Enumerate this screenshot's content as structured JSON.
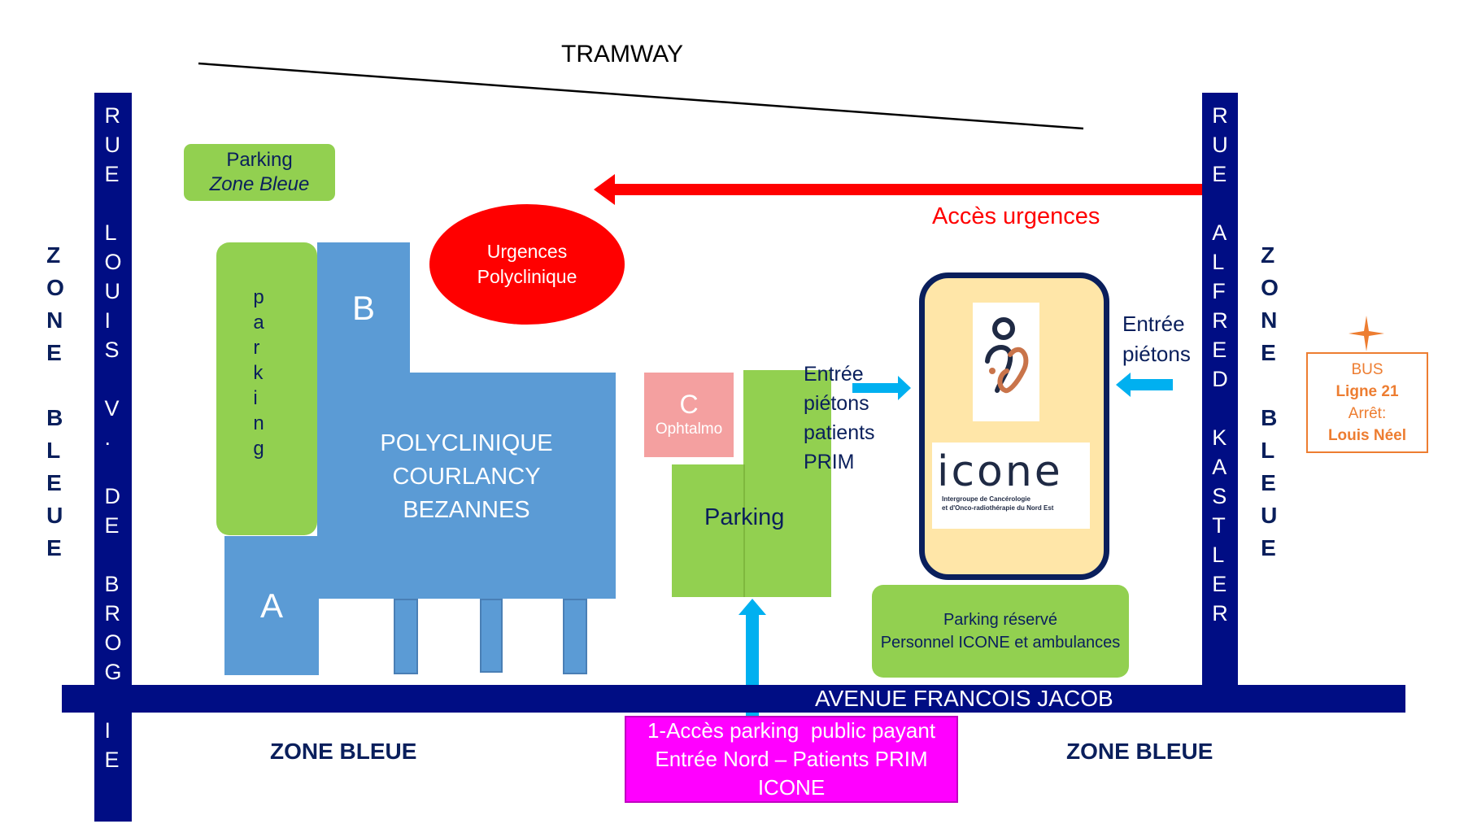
{
  "colors": {
    "road": "#000d84",
    "building": "#5b9bd5",
    "parking": "#92d050",
    "urgences": "#ff0000",
    "ophtalmo": "#f4a0a0",
    "icone_bg": "#ffe6a8",
    "public_access": "#ff00ff",
    "pedestrian_arrow": "#00b0f0",
    "bus": "#ed7d31"
  },
  "tramway": {
    "label": "TRAMWAY"
  },
  "streets": {
    "rue_louis": "RUE LOUIS V. DE BROGLIE",
    "rue_alfred": "RUE ALFRED KASTLER",
    "avenue": "AVENUE FRANCOIS JACOB"
  },
  "zones": {
    "left_vertical": "ZONE BLEUE",
    "right_vertical": "ZONE BLEUE",
    "bottom_left": "ZONE BLEUE",
    "bottom_right": "ZONE BLEUE"
  },
  "parking_zone_bleue": {
    "line1": "Parking",
    "line2": "Zone Bleue"
  },
  "parking_vertical": {
    "label": "parking"
  },
  "buildings": {
    "b": "B",
    "a": "A",
    "main": [
      "POLYCLINIQUE",
      "COURLANCY",
      "BEZANNES"
    ],
    "c": "C",
    "c_sub": "Ophtalmo"
  },
  "urgences": {
    "line1": "Urgences",
    "line2": "Polyclinique"
  },
  "acces_urgences": {
    "label": "Accès urgences"
  },
  "parking_center": {
    "label": "Parking"
  },
  "entree_prim": {
    "lines": [
      "Entrée",
      "piétons",
      "patients",
      "PRIM"
    ]
  },
  "entree_pietons": {
    "lines": [
      "Entrée",
      "piétons"
    ]
  },
  "icone": {
    "logo_icon": "icone-person-icon",
    "wordmark": "icone",
    "tagline1": "Intergroupe de Cancérologie",
    "tagline2": "et d'Onco-radiothérapie du Nord Est"
  },
  "parking_reserve": {
    "line1": "Parking réservé",
    "line2": "Personnel ICONE et ambulances"
  },
  "public_access": {
    "lines": [
      "1-Accès parking  public payant",
      "Entrée Nord – Patients PRIM",
      "ICONE"
    ]
  },
  "bus": {
    "icon": "star-icon",
    "line1": "BUS",
    "line2": "Ligne 21",
    "line3": "Arrêt:",
    "line4": "Louis Néel"
  }
}
